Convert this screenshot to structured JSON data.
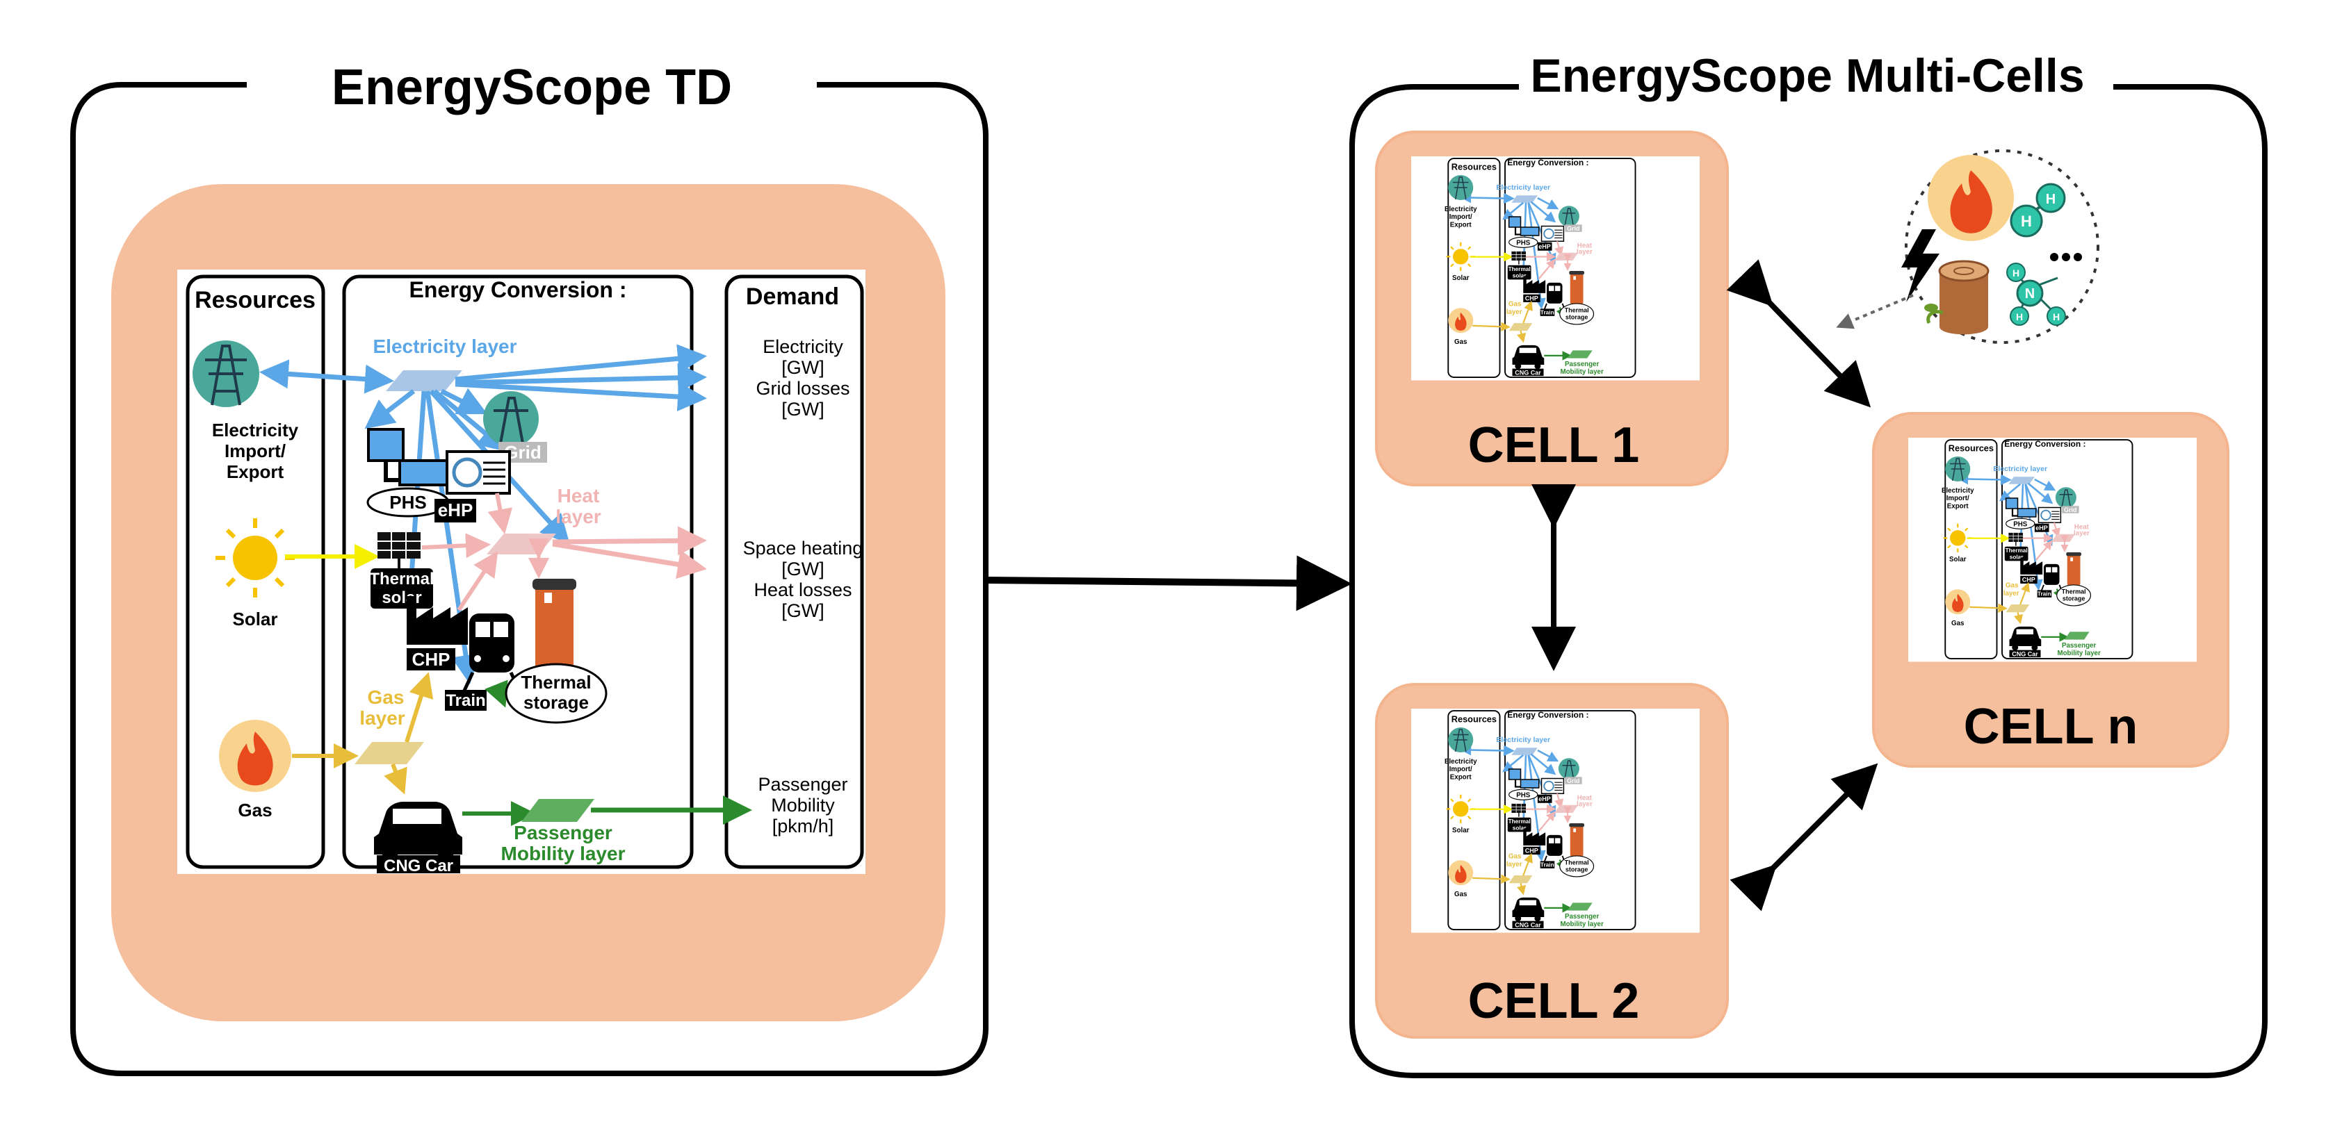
{
  "left_panel": {
    "title": "EnergyScope TD"
  },
  "right_panel": {
    "title": "EnergyScope Multi-Cells",
    "cells": [
      "CELL 1",
      "CELL 2",
      "CELL n"
    ]
  },
  "diagram": {
    "resources_header": "Resources",
    "conversion_header": "Energy Conversion :",
    "demand_header": "Demand",
    "resources": {
      "elec_1": "Electricity",
      "elec_2": "Import/",
      "elec_3": "Export",
      "solar": "Solar",
      "gas": "Gas"
    },
    "conversion": {
      "electricity_layer": "Electricity layer",
      "phs": "PHS",
      "grid": "Grid",
      "ehp": "eHP",
      "heat_1": "Heat",
      "heat_2": "layer",
      "thermal_solar_1": "Thermal",
      "thermal_solar_2": "solar",
      "chp": "CHP",
      "gas_layer_1": "Gas",
      "gas_layer_2": "layer",
      "train": "Train",
      "thermal_storage_1": "Thermal",
      "thermal_storage_2": "storage",
      "cng_car": "CNG Car",
      "mobility_1": "Passenger",
      "mobility_2": "Mobility layer"
    },
    "demand": {
      "electricity": "Electricity",
      "electricity_unit": "[GW]",
      "grid_losses": "Grid losses",
      "grid_losses_unit": "[GW]",
      "space_heating": "Space heating",
      "space_heating_unit": "[GW]",
      "heat_losses": "Heat losses",
      "heat_losses_unit": "[GW]",
      "mobility_1": "Passenger",
      "mobility_2": "Mobility",
      "mobility_unit": "[pkm/h]"
    }
  },
  "icons": {
    "pylon": "power-pylon-icon",
    "sun": "sun-icon",
    "flame": "flame-icon",
    "factory": "factory-icon",
    "train": "train-icon",
    "car": "car-icon",
    "storage": "storage-tank-icon",
    "heat_pump": "heat-pump-icon",
    "lightning": "lightning-icon",
    "hydrogen": "hydrogen-molecule-icon",
    "wood": "wood-log-icon"
  },
  "colors": {
    "peach": "#f5bf9d",
    "peach_border": "#f3b48e",
    "electricity": "#5aa6e6",
    "heat": "#f2b3b3",
    "gas": "#e8bd3a",
    "gas_fill": "#e6d28c",
    "mobility": "#2b8a2b",
    "solar_line": "#f5f000",
    "elec_layer_fill": "#a9c6e6",
    "heat_layer_fill": "#efc6c6",
    "mobility_fill": "#5fae5f",
    "hydrogen": "#2ec4a8"
  }
}
